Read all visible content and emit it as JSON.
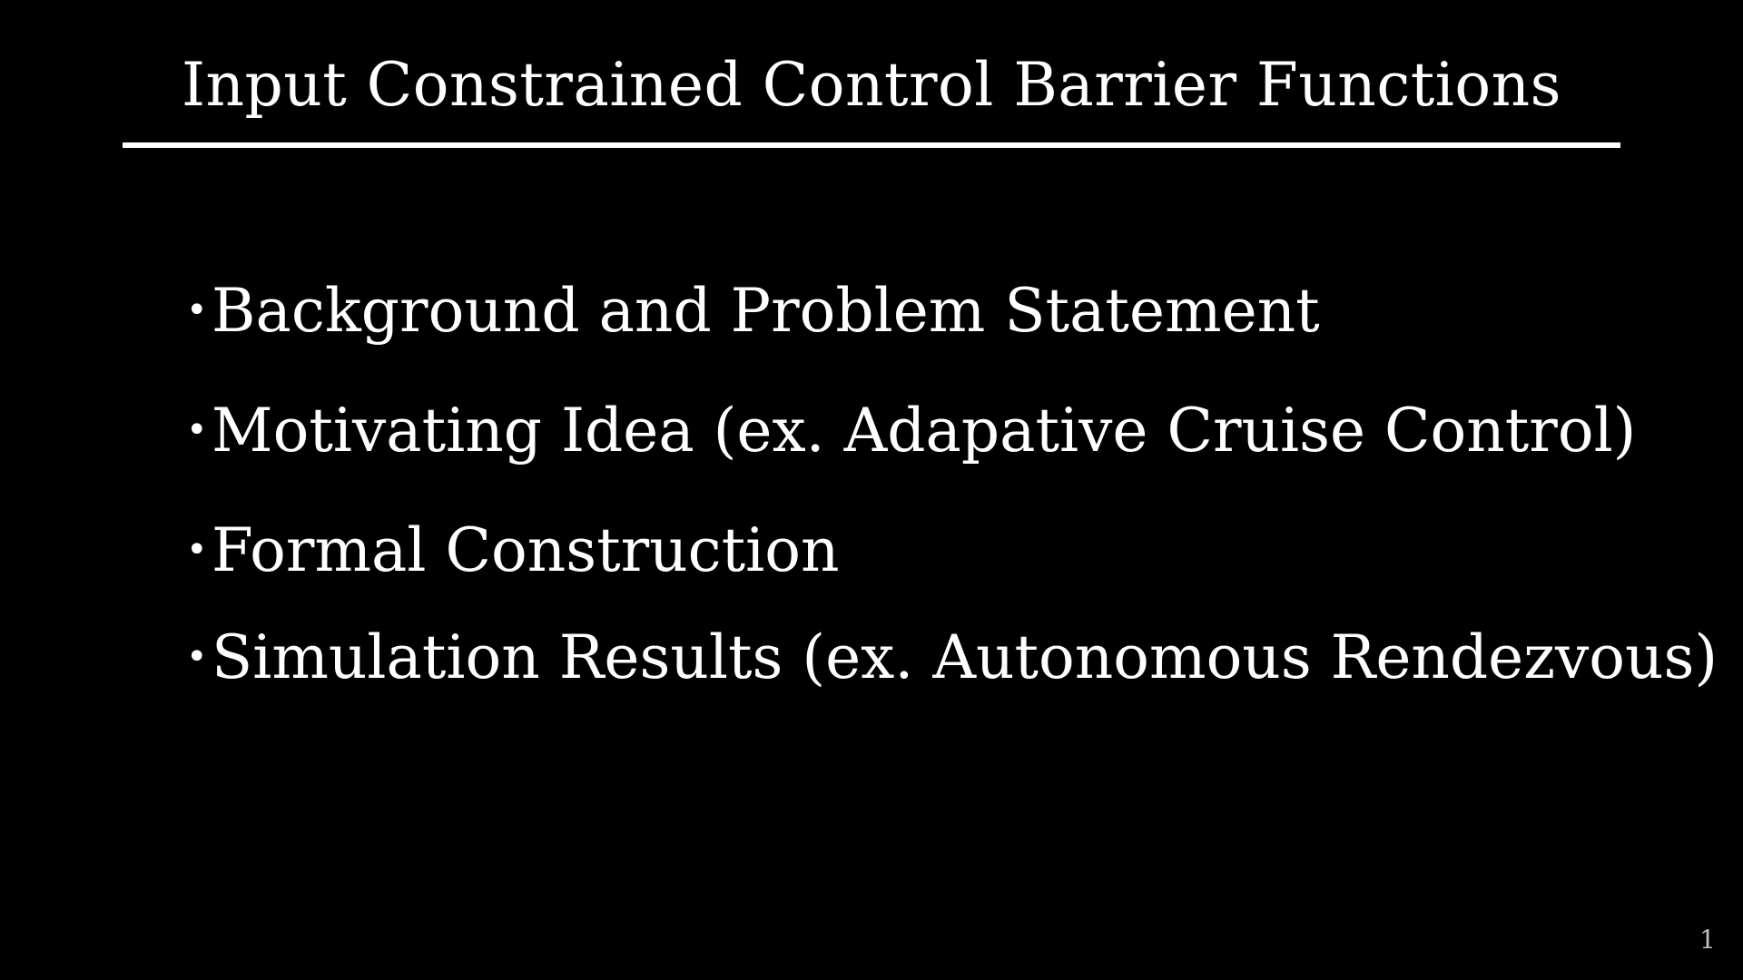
{
  "slide": {
    "title": "Input Constrained Control Barrier Functions",
    "bullets": [
      "Background and Problem Statement",
      "Motivating Idea (ex. Adapative Cruise Control)",
      "Formal Construction",
      "Simulation Results (ex. Autonomous Rendezvous)"
    ],
    "bullet_marker": "•",
    "page_number": "1"
  },
  "colors": {
    "background": "#000000",
    "text": "#ffffff",
    "page_number": "#bfbfbf"
  }
}
